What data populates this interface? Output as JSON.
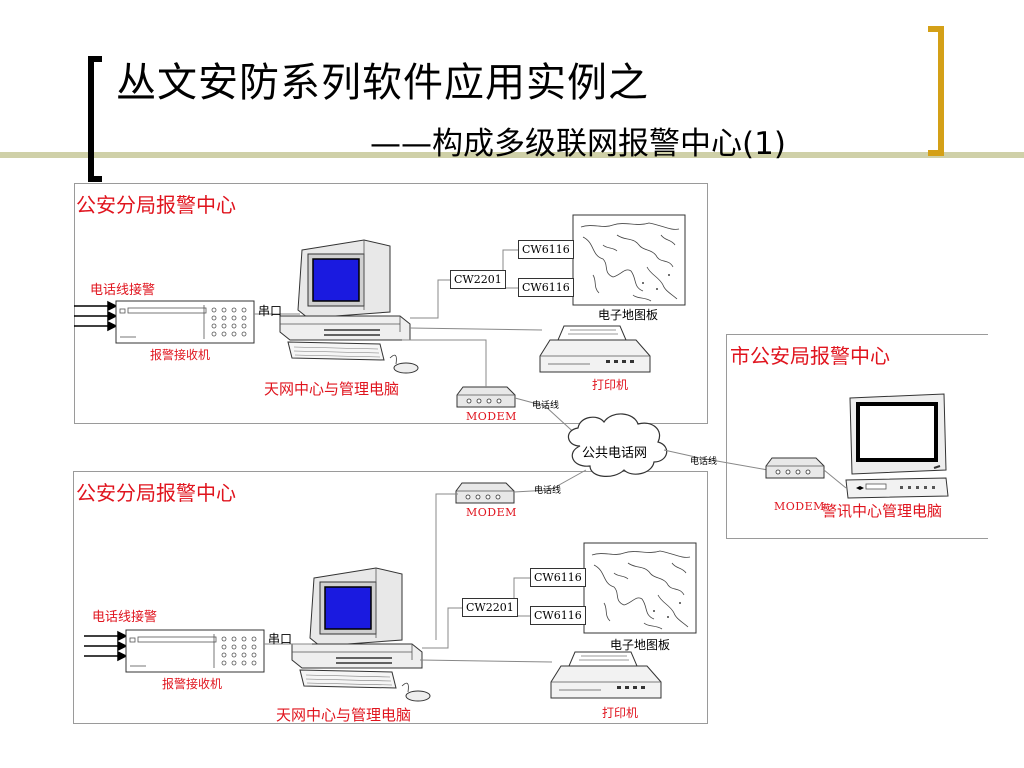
{
  "header": {
    "title": "丛文安防系列软件应用实例之",
    "subtitle": "——构成多级联网报警中心(1)"
  },
  "panel_top": {
    "heading": "公安分局报警中心",
    "phone_input_label": "电话线接警",
    "receiver_label": "报警接收机",
    "serial_label": "串口",
    "computer_label": "天网中心与管理电脑",
    "cw2201_label": "CW2201",
    "cw6116_a_label": "CW6116",
    "cw6116_b_label": "CW6116",
    "map_label": "电子地图板",
    "printer_label": "打印机",
    "modem_label": "MODEM",
    "phone_line_label": "电话线"
  },
  "panel_bottom": {
    "heading": "公安分局报警中心",
    "phone_input_label": "电话线接警",
    "receiver_label": "报警接收机",
    "serial_label": "串口",
    "computer_label": "天网中心与管理电脑",
    "cw2201_label": "CW2201",
    "cw6116_a_label": "CW6116",
    "cw6116_b_label": "CW6116",
    "map_label": "电子地图板",
    "printer_label": "打印机",
    "modem_label": "MODEM",
    "phone_line_label": "电话线"
  },
  "network": {
    "pstn_label": "公共电话网",
    "phone_line_label": "电话线"
  },
  "panel_city": {
    "heading": "市公安局报警中心",
    "modem_label": "MODEM",
    "computer_label": "警讯中心管理电脑"
  },
  "colors": {
    "accent_gold": "#d4a017",
    "accent_bar": "#cfd0a8",
    "label_red": "#e0141e",
    "screen_blue": "#1a1ae0"
  }
}
